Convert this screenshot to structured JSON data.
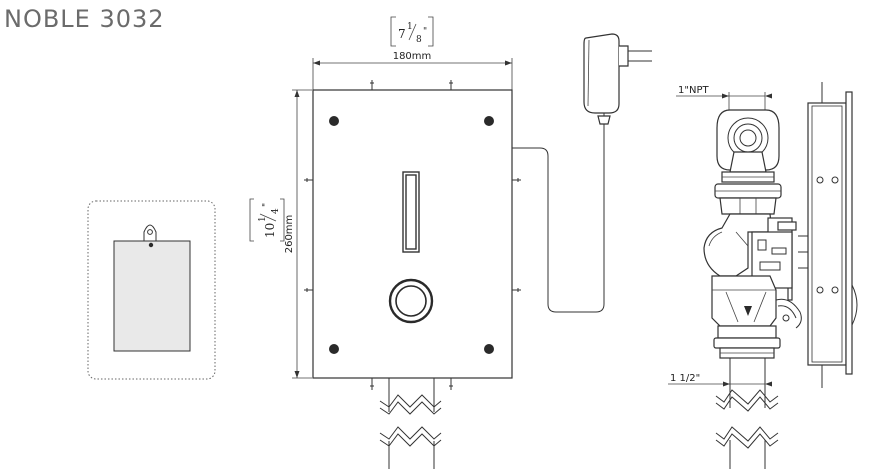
{
  "header": {
    "title": "NOBLE 3032"
  },
  "front_view": {
    "width_label": "180mm",
    "width_inch_whole": "7",
    "width_inch_num": "1",
    "width_inch_den": "8",
    "width_inch_unit": "\"",
    "height_label": "260mm",
    "height_inch_whole": "10",
    "height_inch_num": "1",
    "height_inch_den": "4",
    "height_inch_unit": "\""
  },
  "side_view": {
    "top_pipe_label": "1\"NPT",
    "bottom_pipe_label": "1 1/2\""
  }
}
